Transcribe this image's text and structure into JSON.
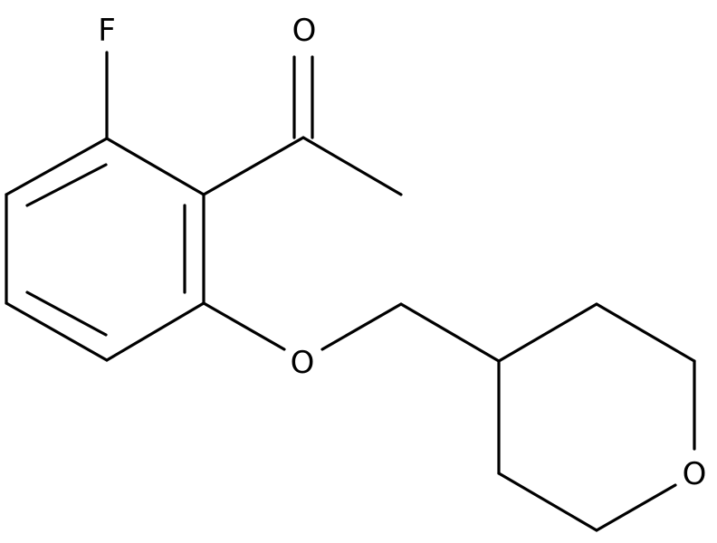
{
  "structure": {
    "atoms": {
      "fluorine": "F",
      "carbonyl_oxygen": "O",
      "ether_oxygen": "O",
      "ring_oxygen": "O"
    }
  }
}
